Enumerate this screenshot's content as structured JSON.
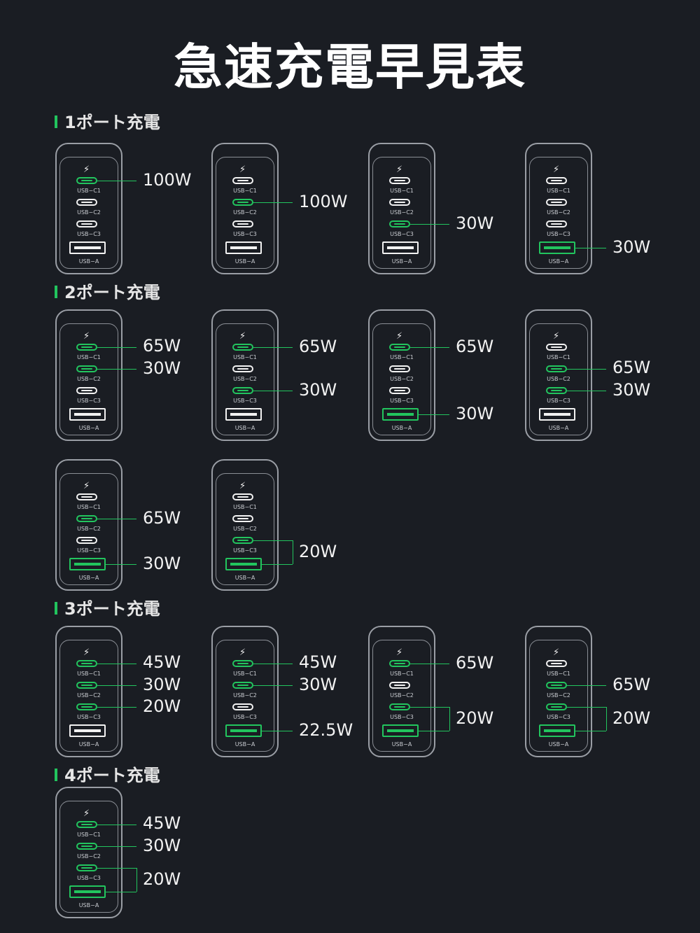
{
  "title": "急速充電早見表",
  "sections": {
    "one": "1ポート充電",
    "two": "2ポート充電",
    "three": "3ポート充電",
    "four": "4ポート充電"
  },
  "port_labels": [
    "USB−C1",
    "USB−C2",
    "USB−C3",
    "USB−A"
  ],
  "colors": {
    "active": "#22c55e",
    "background": "#1a1d23",
    "outline": "#9a9ea5"
  },
  "configs": [
    {
      "id": "1p-c1",
      "active": [
        "USB−C1"
      ],
      "outputs": [
        {
          "ports": [
            "USB−C1"
          ],
          "watt": "100W"
        }
      ]
    },
    {
      "id": "1p-c2",
      "active": [
        "USB−C2"
      ],
      "outputs": [
        {
          "ports": [
            "USB−C2"
          ],
          "watt": "100W"
        }
      ]
    },
    {
      "id": "1p-c3",
      "active": [
        "USB−C3"
      ],
      "outputs": [
        {
          "ports": [
            "USB−C3"
          ],
          "watt": "30W"
        }
      ]
    },
    {
      "id": "1p-a",
      "active": [
        "USB−A"
      ],
      "outputs": [
        {
          "ports": [
            "USB−A"
          ],
          "watt": "30W"
        }
      ]
    },
    {
      "id": "2p-c1c2",
      "active": [
        "USB−C1",
        "USB−C2"
      ],
      "outputs": [
        {
          "ports": [
            "USB−C1"
          ],
          "watt": "65W"
        },
        {
          "ports": [
            "USB−C2"
          ],
          "watt": "30W"
        }
      ]
    },
    {
      "id": "2p-c1c3",
      "active": [
        "USB−C1",
        "USB−C3"
      ],
      "outputs": [
        {
          "ports": [
            "USB−C1"
          ],
          "watt": "65W"
        },
        {
          "ports": [
            "USB−C3"
          ],
          "watt": "30W"
        }
      ]
    },
    {
      "id": "2p-c1a",
      "active": [
        "USB−C1",
        "USB−A"
      ],
      "outputs": [
        {
          "ports": [
            "USB−C1"
          ],
          "watt": "65W"
        },
        {
          "ports": [
            "USB−A"
          ],
          "watt": "30W"
        }
      ]
    },
    {
      "id": "2p-c2c3",
      "active": [
        "USB−C2",
        "USB−C3"
      ],
      "outputs": [
        {
          "ports": [
            "USB−C2"
          ],
          "watt": "65W"
        },
        {
          "ports": [
            "USB−C3"
          ],
          "watt": "30W"
        }
      ]
    },
    {
      "id": "2p-c2a",
      "active": [
        "USB−C2",
        "USB−A"
      ],
      "outputs": [
        {
          "ports": [
            "USB−C2"
          ],
          "watt": "65W"
        },
        {
          "ports": [
            "USB−A"
          ],
          "watt": "30W"
        }
      ]
    },
    {
      "id": "2p-c3a",
      "active": [
        "USB−C3",
        "USB−A"
      ],
      "outputs": [
        {
          "ports": [
            "USB−C3",
            "USB−A"
          ],
          "watt": "20W"
        }
      ]
    },
    {
      "id": "3p-c1c2c3",
      "active": [
        "USB−C1",
        "USB−C2",
        "USB−C3"
      ],
      "outputs": [
        {
          "ports": [
            "USB−C1"
          ],
          "watt": "45W"
        },
        {
          "ports": [
            "USB−C2"
          ],
          "watt": "30W"
        },
        {
          "ports": [
            "USB−C3"
          ],
          "watt": "20W"
        }
      ]
    },
    {
      "id": "3p-c1c2a",
      "active": [
        "USB−C1",
        "USB−C2",
        "USB−A"
      ],
      "outputs": [
        {
          "ports": [
            "USB−C1"
          ],
          "watt": "45W"
        },
        {
          "ports": [
            "USB−C2"
          ],
          "watt": "30W"
        },
        {
          "ports": [
            "USB−A"
          ],
          "watt": "22.5W"
        }
      ]
    },
    {
      "id": "3p-c1c3a",
      "active": [
        "USB−C1",
        "USB−C3",
        "USB−A"
      ],
      "outputs": [
        {
          "ports": [
            "USB−C1"
          ],
          "watt": "65W"
        },
        {
          "ports": [
            "USB−C3",
            "USB−A"
          ],
          "watt": "20W"
        }
      ]
    },
    {
      "id": "3p-c2c3a",
      "active": [
        "USB−C2",
        "USB−C3",
        "USB−A"
      ],
      "outputs": [
        {
          "ports": [
            "USB−C2"
          ],
          "watt": "65W"
        },
        {
          "ports": [
            "USB−C3",
            "USB−A"
          ],
          "watt": "20W"
        }
      ]
    },
    {
      "id": "4p-all",
      "active": [
        "USB−C1",
        "USB−C2",
        "USB−C3",
        "USB−A"
      ],
      "outputs": [
        {
          "ports": [
            "USB−C1"
          ],
          "watt": "45W"
        },
        {
          "ports": [
            "USB−C2"
          ],
          "watt": "30W"
        },
        {
          "ports": [
            "USB−C3",
            "USB−A"
          ],
          "watt": "20W"
        }
      ]
    }
  ]
}
